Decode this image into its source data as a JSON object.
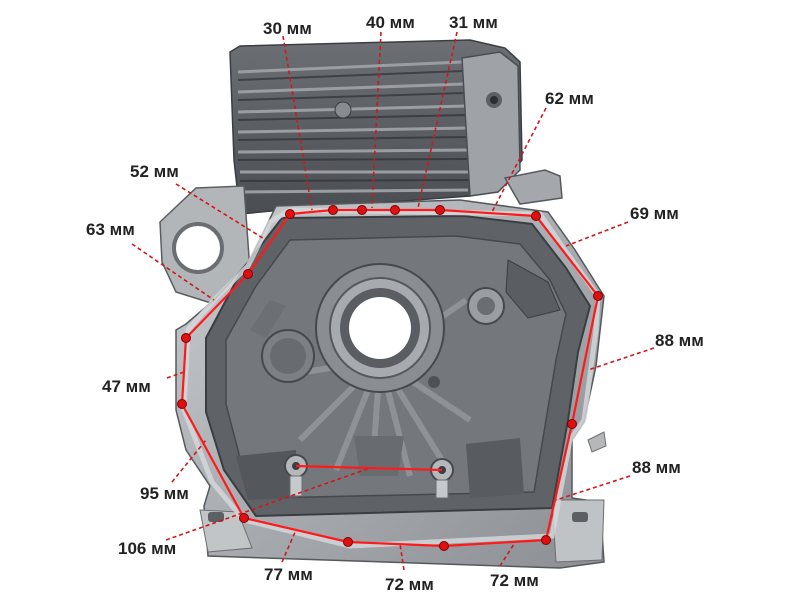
{
  "colors": {
    "background": "#ffffff",
    "outline": "#ff1a1a",
    "leader": "#d01818",
    "bolt_hole": "#e01010",
    "metal_light": "#b9bcbf",
    "metal_mid": "#8d9094",
    "metal_dark": "#3e4246",
    "label_text": "#222222"
  },
  "diagram": {
    "labels": [
      {
        "id": "m30",
        "text": "30 мм"
      },
      {
        "id": "m40",
        "text": "40 мм"
      },
      {
        "id": "m31",
        "text": "31 мм"
      },
      {
        "id": "m62",
        "text": "62 мм"
      },
      {
        "id": "m52",
        "text": "52 мм"
      },
      {
        "id": "m69",
        "text": "69 мм"
      },
      {
        "id": "m63",
        "text": "63 мм"
      },
      {
        "id": "m88a",
        "text": "88 мм"
      },
      {
        "id": "m47",
        "text": "47 мм"
      },
      {
        "id": "m88b",
        "text": "88 мм"
      },
      {
        "id": "m95",
        "text": "95 мм"
      },
      {
        "id": "m106",
        "text": "106 мм"
      },
      {
        "id": "m77",
        "text": "77 мм"
      },
      {
        "id": "m72a",
        "text": "72 мм"
      },
      {
        "id": "m72b",
        "text": "72 мм"
      }
    ]
  }
}
